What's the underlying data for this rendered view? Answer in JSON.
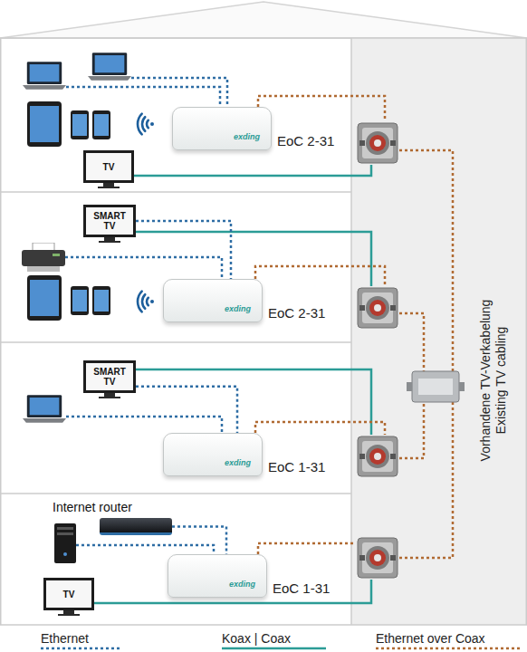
{
  "diagram": {
    "nodes": [
      {
        "text": [
          "EoC 2-31",
          "exding"
        ]
      },
      {
        "text": [
          "TV"
        ]
      },
      {
        "text": [
          "SMART TV"
        ]
      },
      {
        "text": [
          "EoC 2-31",
          "exding"
        ]
      },
      {
        "text": [
          "SMART TV"
        ]
      },
      {
        "text": [
          "EoC 1-31",
          "exding"
        ]
      },
      {
        "text": [
          "Internet router"
        ]
      },
      {
        "text": [
          "EoC 1-31",
          "exding"
        ]
      },
      {
        "text": [
          "TV"
        ]
      }
    ],
    "edges": [
      {
        "from": 2,
        "to": 3,
        "arrow": "none"
      },
      {
        "from": 4,
        "to": 5,
        "arrow": "none"
      },
      {
        "from": 6,
        "to": 7,
        "arrow": "none"
      }
    ],
    "labels": [
      "Vorhandene TV-Verkabelung",
      "Existing TV cabling"
    ],
    "legend": [
      {
        "text": "Ethernet"
      },
      {
        "text": "Koax | Coax"
      },
      {
        "text": "Ethernet over Coax"
      }
    ]
  }
}
